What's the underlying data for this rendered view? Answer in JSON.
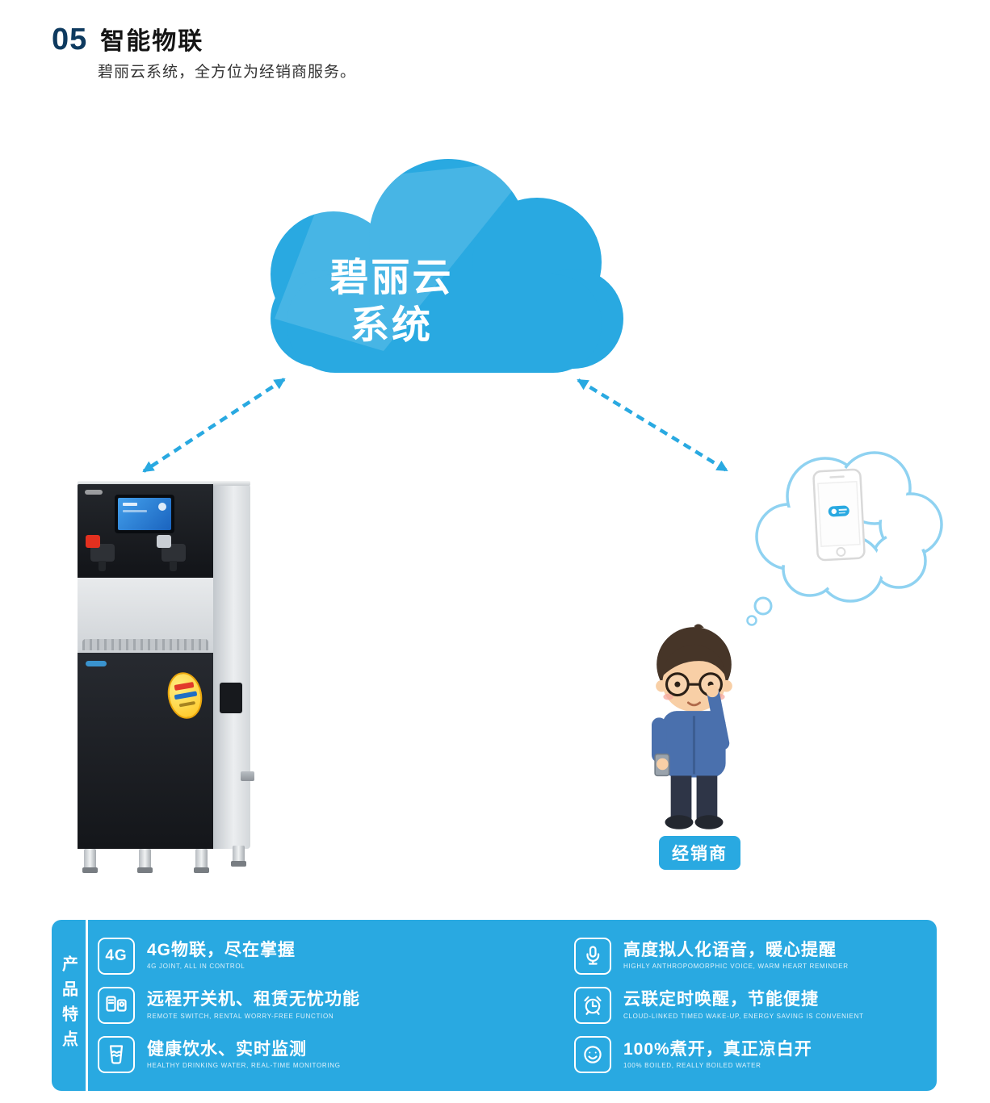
{
  "colors": {
    "accent": "#29a9e1"
  },
  "header": {
    "number": "05",
    "title": "智能物联",
    "subtitle": "碧丽云系统，全方位为经销商服务。"
  },
  "cloud": {
    "line1": "碧丽云",
    "line2": "系统"
  },
  "dealer": {
    "label": "经销商"
  },
  "features": {
    "tab": "产品特点",
    "items": [
      {
        "icon": "4g-icon",
        "title": "4G物联，尽在掌握",
        "caption": "4G JOINT, ALL IN CONTROL"
      },
      {
        "icon": "remote-control-icon",
        "title": "远程开关机、租赁无忧功能",
        "caption": "REMOTE SWITCH, RENTAL WORRY-FREE FUNCTION"
      },
      {
        "icon": "water-cup-icon",
        "title": "健康饮水、实时监测",
        "caption": "HEALTHY DRINKING WATER, REAL-TIME MONITORING"
      },
      {
        "icon": "voice-icon",
        "title": "高度拟人化语音，暖心提醒",
        "caption": "HIGHLY ANTHROPOMORPHIC VOICE, WARM HEART REMINDER"
      },
      {
        "icon": "alarm-clock-icon",
        "title": "云联定时唤醒，节能便捷",
        "caption": "CLOUD-LINKED TIMED WAKE-UP, ENERGY SAVING IS CONVENIENT"
      },
      {
        "icon": "smile-icon",
        "title": "100%煮开，真正凉白开",
        "caption": "100% BOILED, REALLY BOILED WATER"
      }
    ]
  }
}
